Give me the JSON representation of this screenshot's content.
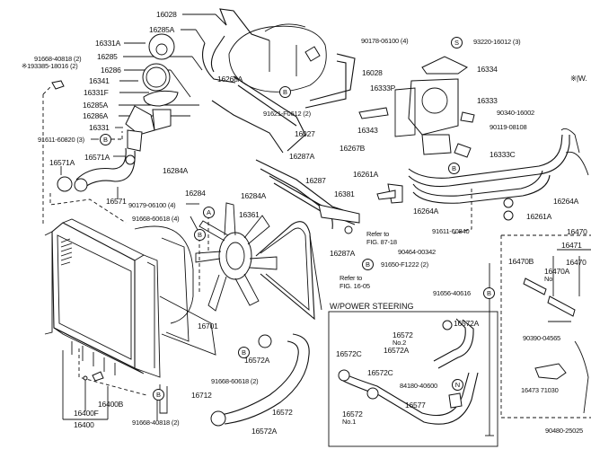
{
  "title": "Radiator & Water Outlet parts diagram",
  "section_headers": {
    "power_steering": "W/POWER STEERING",
    "note_marker": "※|W."
  },
  "symbols": {
    "B": "B",
    "A": "A",
    "S": "S",
    "N": "N"
  },
  "labels": {
    "p16028_top": "16028",
    "p16285A_top": "16285A",
    "p16331A": "16331A",
    "p16285": "16285",
    "p16286": "16286",
    "p16341": "16341",
    "p16331F": "16331F",
    "p16285A": "16285A",
    "p16286A": "16286A",
    "p16331": "16331",
    "b91611_60820": "91611-60820 (3)",
    "b91668_40818": "91668-40818 (2)",
    "b93385_18016": "※193385-18016 (2)",
    "p16571A_l": "16571A",
    "p16571A_r": "16571A",
    "p16571": "16571",
    "b90179_06100_4": "90179-06100 (4)",
    "b91668_60618_4": "91668-60618 (4)",
    "p16268A": "16268A",
    "b90178_06100": "90178-06100 (4)",
    "p16028_r": "16028",
    "b91621_F0612": "91621-F0612 (2)",
    "p16027": "16027",
    "p16287A_top": "16287A",
    "p16284A_l": "16284A",
    "p16284": "16284",
    "p16284A_b": "16284A",
    "p16287": "16287",
    "p16381": "16381",
    "p16361": "16361",
    "p16287A_b": "16287A",
    "b93220_16012": "93220-16012 (3)",
    "p16334": "16334",
    "p16333P": "16333P",
    "p16333": "16333",
    "p16343": "16343",
    "b90340_16002": "90340-16002",
    "b90119_08108": "90119-08108",
    "p16267B": "16267B",
    "p16333C": "16333C",
    "p16261A_l": "16261A",
    "p16264A_l": "16264A",
    "b91611_60840": "91611-60840",
    "p16264A_r": "16264A",
    "p16261A_r": "16261A",
    "ref_87_18_a": "Refer to",
    "ref_87_18_b": "FIG. 87-18",
    "b90464_00342": "90464-00342",
    "b91650_F1222": "91650-F1222 (2)",
    "ref_16_05_a": "Refer to",
    "ref_16_05_b": "FIG. 16-05",
    "b91656_40616": "91656-40616",
    "p16470": "16470",
    "p16471": "16471",
    "p16470B": "16470B",
    "p16470A": "16470A",
    "p16470A_no": "No",
    "p16470_r": "16470",
    "b90390_04565": "90390-04565",
    "p16473_71030": "16473 71030",
    "b90480_25025": "90480-25025",
    "p16701": "16701",
    "p16712": "16712",
    "b91668_60618_2": "91668-60618 (2)",
    "p16572A_mid": "16572A",
    "p16572": "16572",
    "p16572A_bot": "16572A",
    "b91668_40818_2": "91668-40818 (2)",
    "p16400B": "16400B",
    "p16400F": "16400F",
    "p16400": "16400",
    "ps_16572A_top": "16572A",
    "ps_16572_no2": "16572",
    "ps_no2": "No.2",
    "ps_16572A_mid": "16572A",
    "ps_16572C_l": "16572C",
    "ps_16572C_r": "16572C",
    "ps_84180": "84180-40600",
    "ps_16577": "16577",
    "ps_16572_no1": "16572",
    "ps_no1": "No.1"
  }
}
